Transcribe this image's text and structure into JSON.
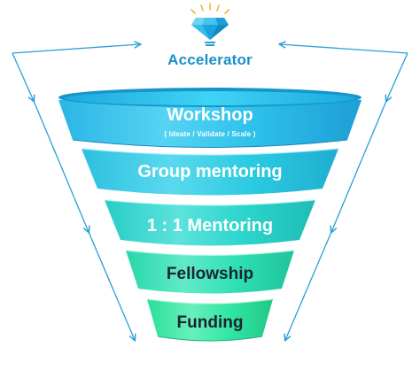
{
  "header": {
    "title": "Accelerator",
    "icon": "diamond-lightbulb-icon"
  },
  "funnel": {
    "stages": [
      {
        "label": "Workshop",
        "sublabel": "( Ideate / Validate / Scale )",
        "color": "#2ec1e6"
      },
      {
        "label": "Group mentoring",
        "color": "#2fcbe0"
      },
      {
        "label": "1 : 1 Mentoring",
        "color": "#2dd6cc"
      },
      {
        "label": "Fellowship",
        "color": "#2ee0b4"
      },
      {
        "label": "Funding",
        "color": "#30e6a0"
      }
    ]
  },
  "colors": {
    "accent": "#1a8fc9",
    "arrow": "#2a9fd6"
  }
}
